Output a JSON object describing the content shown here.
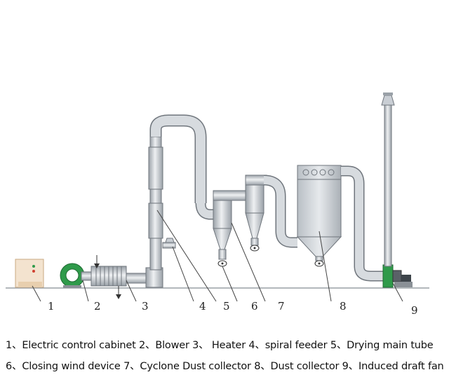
{
  "callouts": [
    "1",
    "2",
    "3",
    "4",
    "5",
    "6",
    "7",
    "8",
    "9"
  ],
  "legend": {
    "row1": "1、Electric control cabinet  2、Blower 3、 Heater 4、spiral feeder  5、Drying main tube",
    "row2": "6、Closing  wind device  7、Cyclone Dust collector  8、Dust collector  9、Induced draft fan"
  },
  "colors": {
    "pipe": "#c9ced4",
    "pipe_stroke": "#6f757c",
    "blower": "#2f9a4a",
    "fan": "#2f9a4a",
    "ground": "#9aa0a6"
  }
}
